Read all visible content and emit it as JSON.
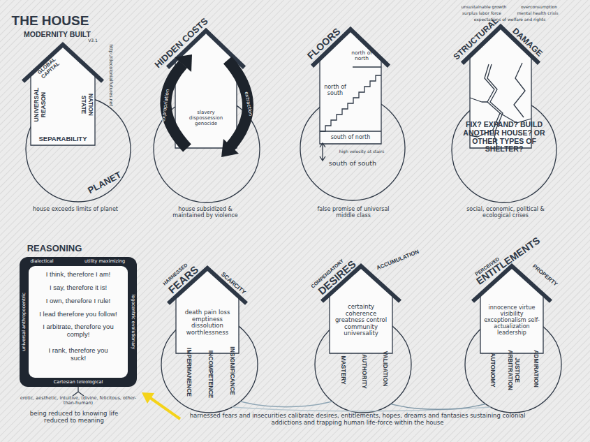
{
  "diagram": {
    "title": "THE HOUSE",
    "nodes": [
      {
        "text": [
          "GLOBAL CAPITAL",
          "UNIVERSAL REASON",
          "NATION STATE",
          "SEPARABILITY"
        ]
      },
      {
        "text": [
          "PLANET"
        ]
      },
      {
        "text": [
          "HIDDEN COSTS",
          "slavery dispossession genocide"
        ]
      },
      {
        "text": [
          "FLOORS",
          "north of north",
          "north of south",
          "south of north"
        ]
      },
      {
        "text": [
          "high velocity at stairs",
          "south of south"
        ]
      },
      {
        "text": [
          "STRUCTURAL",
          "DAMAGE"
        ]
      },
      {
        "text": [
          "FIX? EXPAND? BUILD ANOTHER HOUSE? OR OTHER TYPES OF SHELTER?"
        ]
      },
      {
        "text": [
          "REASONING",
          "dialectical",
          "utility maximizing",
          "universal anthropocentric",
          "logocentric evolutionary",
          "Cartesian teleological",
          "I think, therefore I am!",
          "I say, therefore it is!",
          "I own, therefore I rule!",
          "I lead therefore you follow!",
          "I arbitrate, therefore you comply!",
          "I rank, therefore you suck!"
        ]
      },
      {
        "text": [
          "HARNESSED",
          "FEARS",
          "SCARCITY",
          "death pain loss emptiness dissolution worthlessness"
        ]
      },
      {
        "text": [
          "IMPERMANENCE",
          "INCOMPETENCE",
          "INSIGNIFICANCE"
        ]
      },
      {
        "text": [
          "COMPENSATORY",
          "DESIRES",
          "ACCUMULATION",
          "certainty coherence greatness control community universality"
        ]
      },
      {
        "text": [
          "MASTERY",
          "AUTHORITY",
          "VALIDATION"
        ]
      },
      {
        "text": [
          "PERCEIVED",
          "ENTITLEMENTS",
          "PROPERTY",
          "innocence virtue visibility exceptionalism self-actualization leadership"
        ]
      },
      {
        "text": [
          "AUTONOMY",
          "JUSTICE ARBITRATION",
          "ADMIRATION"
        ]
      }
    ],
    "edges": [
      {
        "from": 9,
        "to": 11,
        "arrow": "none"
      },
      {
        "from": 9,
        "to": 13,
        "arrow": "none"
      },
      {
        "from": 11,
        "to": 13,
        "arrow": "none"
      }
    ],
    "labels": [
      "MODERNITY BUILT",
      "V3.1",
      "http://decolonialfutures.net",
      "house exceeds limits of planet",
      "expropriation",
      "extraction",
      "house subsidized & maintained by violence",
      "false promise of universal middle class",
      "unsustainable growth",
      "overconsumption",
      "surplus labor force",
      "mental health crisis",
      "expectations of welfare and rights",
      "social, economic, political & ecological crises",
      "erotic, aesthetic, intuitive, (divine, felicitous, other-than-human)",
      "being reduced to knowing life reduced to meaning",
      "harnessed fears and insecurities calibrate desires, entitlements, hopes, dreams and fantasies sustaining colonial addictions and trapping human life-force within the house"
    ]
  }
}
